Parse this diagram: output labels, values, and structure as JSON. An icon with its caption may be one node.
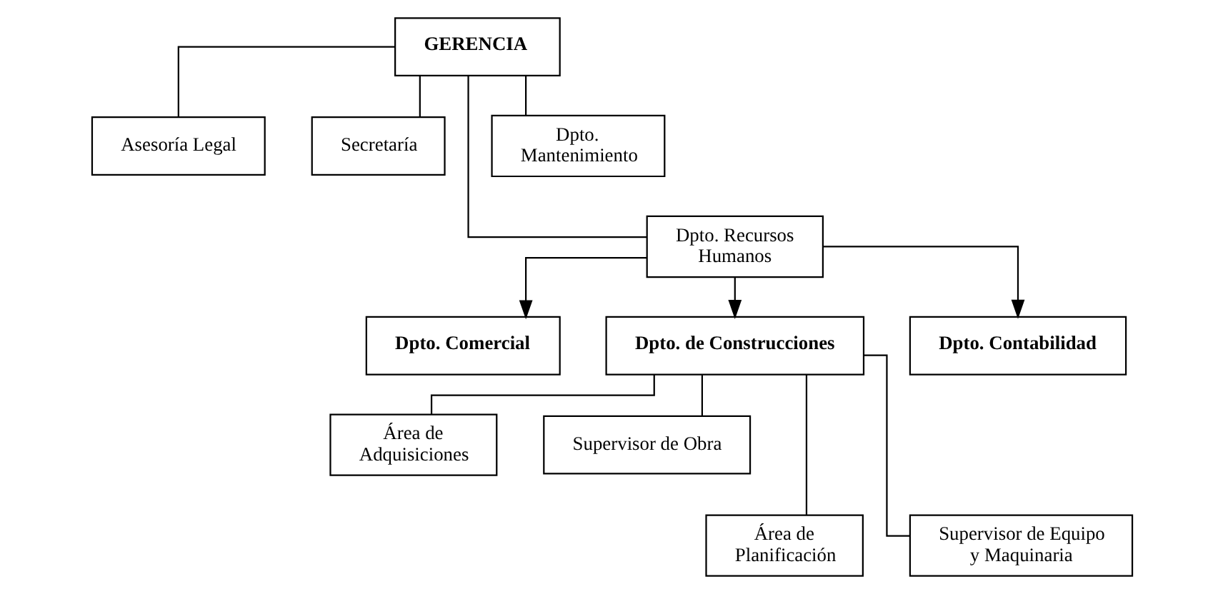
{
  "diagram": {
    "nodes": [
      {
        "text": [
          "GERENCIA"
        ]
      },
      {
        "text": [
          "Asesoría Legal"
        ]
      },
      {
        "text": [
          "Secretaría"
        ]
      },
      {
        "text": [
          "Dpto. Mantenimiento"
        ]
      },
      {
        "text": [
          "Dpto. Recursos Humanos"
        ]
      },
      {
        "text": [
          "Dpto. Comercial"
        ]
      },
      {
        "text": [
          "Dpto. de Construcciones"
        ]
      },
      {
        "text": [
          "Dpto. Contabilidad"
        ]
      },
      {
        "text": [
          "Área de Adquisiciones"
        ]
      },
      {
        "text": [
          "Supervisor de Obra"
        ]
      },
      {
        "text": [
          "Área de Planificación"
        ]
      },
      {
        "text": [
          "Supervisor de Equipo y Maquinaria"
        ]
      }
    ],
    "edges": [
      {
        "from": 0,
        "to": 1,
        "arrow": "none"
      },
      {
        "from": 0,
        "to": 2,
        "arrow": "none"
      },
      {
        "from": 0,
        "to": 3,
        "arrow": "none"
      },
      {
        "from": 0,
        "to": 4,
        "arrow": "none"
      },
      {
        "from": 4,
        "to": 5,
        "arrow": "to"
      },
      {
        "from": 4,
        "to": 6,
        "arrow": "to"
      },
      {
        "from": 4,
        "to": 7,
        "arrow": "to"
      },
      {
        "from": 6,
        "to": 8,
        "arrow": "none"
      },
      {
        "from": 6,
        "to": 9,
        "arrow": "none"
      },
      {
        "from": 6,
        "to": 10,
        "arrow": "none"
      },
      {
        "from": 6,
        "to": 11,
        "arrow": "none"
      }
    ]
  }
}
